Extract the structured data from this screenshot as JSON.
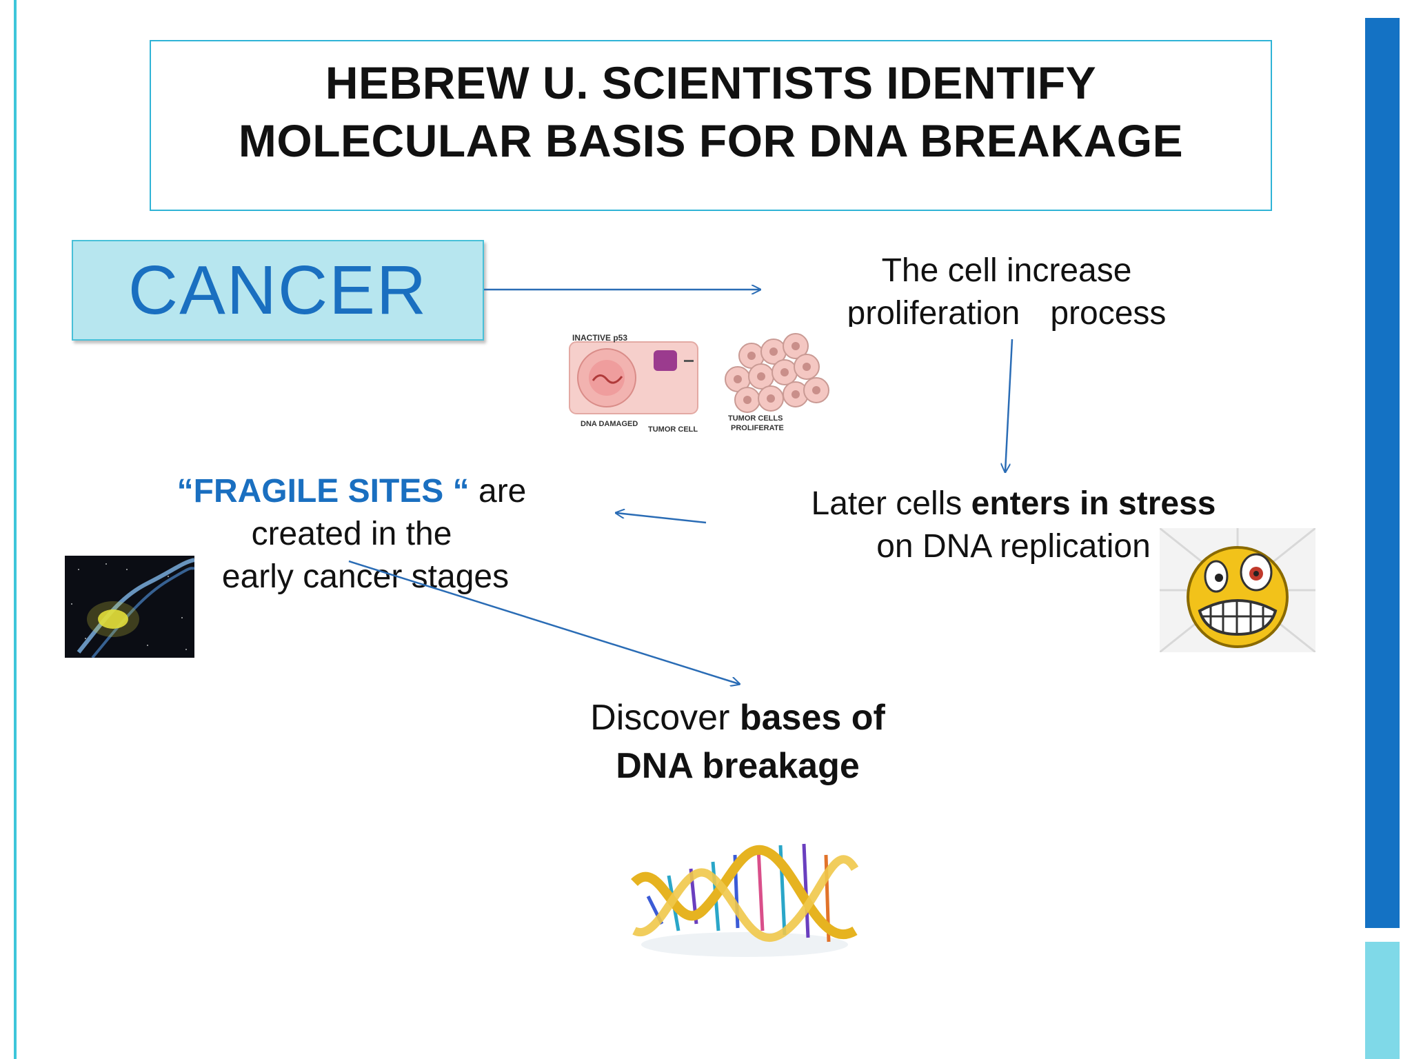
{
  "title": {
    "line1": "HEBREW U. SCIENTISTS IDENTIFY",
    "line2": "MOLECULAR BASIS FOR DNA BREAKAGE"
  },
  "cancer_label": "CANCER",
  "proliferation": {
    "line1": "The cell increase",
    "line2_a": "proliferation",
    "line2_b": "process"
  },
  "stress": {
    "prefix": "Later  cells ",
    "bold": "enters in stress",
    "line2": "on DNA replication"
  },
  "fragile": {
    "quoted": "“FRAGILE SITES “",
    "suffix": " are",
    "line2": "created in the",
    "line3": "early cancer stages"
  },
  "discover": {
    "prefix": "Discover  ",
    "bold1": "bases of",
    "bold2": "DNA breakage"
  },
  "cell_figure": {
    "label_inactive": "INACTIVE p53",
    "label_damaged": "DNA DAMAGED",
    "label_tumor_cell": "TUMOR CELL",
    "label_tumor_cells_1": "TUMOR CELLS",
    "label_tumor_cells_2": "PROLIFERATE"
  },
  "colors": {
    "accent_blue": "#1a6fc0",
    "cyan": "#3ec6da",
    "cancer_box_fill": "#b7e6ef",
    "arrow": "#2a6cb5"
  }
}
